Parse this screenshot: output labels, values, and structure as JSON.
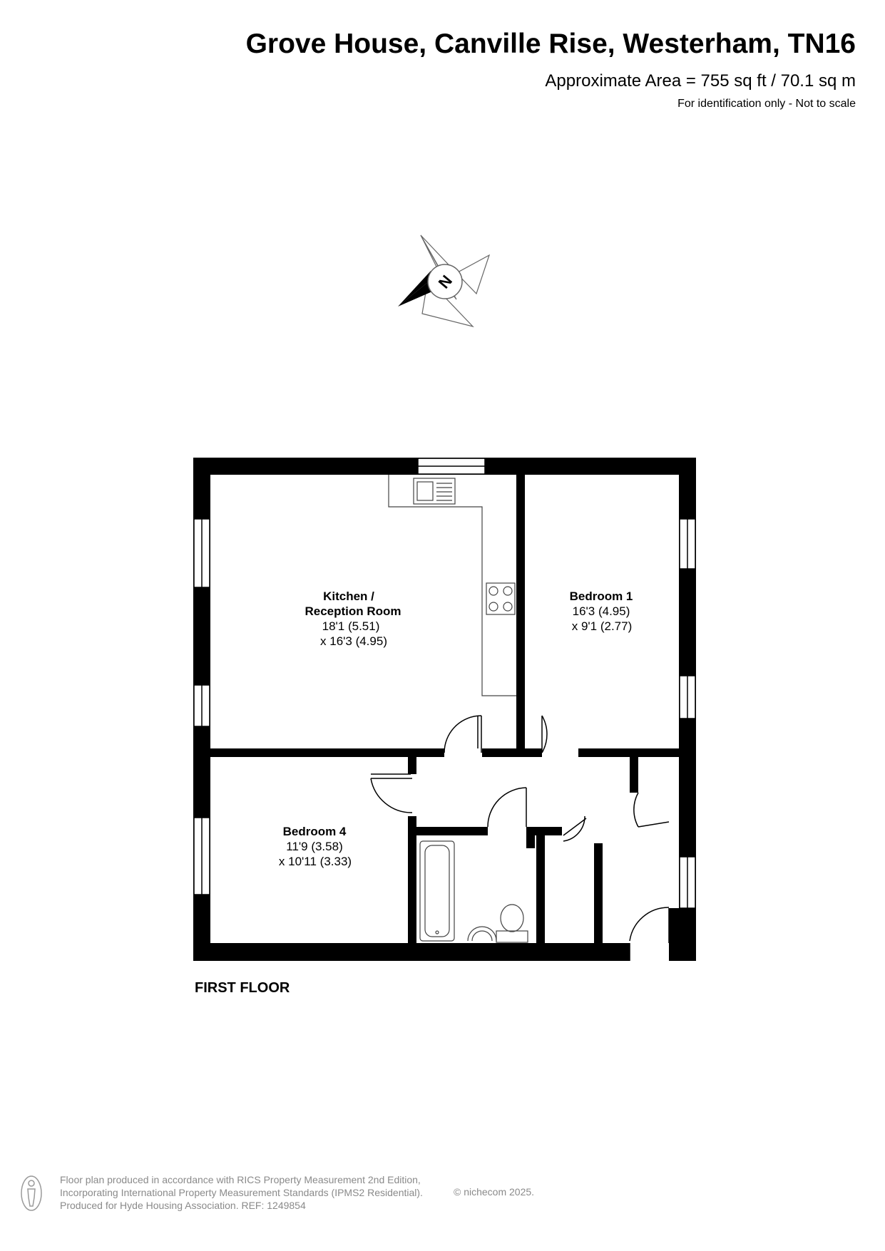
{
  "header": {
    "title": "Grove House, Canville Rise, Westerham, TN16",
    "area": "Approximate Area = 755 sq ft / 70.1 sq m",
    "note": "For identification only - Not to scale"
  },
  "compass": {
    "label": "N"
  },
  "rooms": [
    {
      "name_line1": "Kitchen /",
      "name_line2": "Reception Room",
      "dim1": "18'1 (5.51)",
      "dim2": "x 16'3 (4.95)"
    },
    {
      "name_line1": "Bedroom 1",
      "dim1": "16'3 (4.95)",
      "dim2": "x 9'1 (2.77)"
    },
    {
      "name_line1": "Bedroom 4",
      "dim1": "11'9 (3.58)",
      "dim2": "x 10'11 (3.33)"
    }
  ],
  "floor_label": "FIRST FLOOR",
  "footer": {
    "line1": "Floor plan produced in accordance with RICS Property Measurement 2nd Edition,",
    "line2": "Incorporating International Property Measurement Standards (IPMS2 Residential).",
    "line3": "Produced for Hyde Housing Association.  REF: 1249854",
    "copyright": "© nichecom 2025."
  },
  "colors": {
    "wall": "#000000",
    "line": "#555555",
    "footer_text": "#8a8a8a"
  }
}
